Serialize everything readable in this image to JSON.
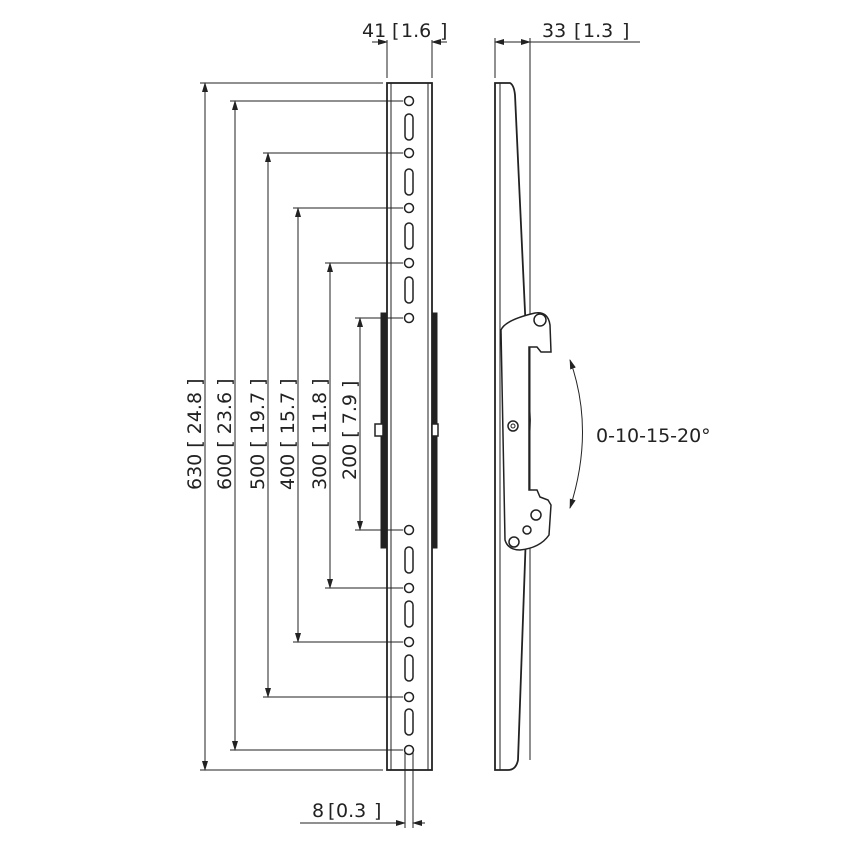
{
  "dimensions": {
    "width_top": {
      "mm": "41",
      "in": "1.6"
    },
    "depth_top": {
      "mm": "33",
      "in": "1.3"
    },
    "bottom_offset": {
      "mm": "8",
      "in": "0.3"
    },
    "vertical": [
      {
        "mm": "630",
        "in": "24.8"
      },
      {
        "mm": "600",
        "in": "23.6"
      },
      {
        "mm": "500",
        "in": "19.7"
      },
      {
        "mm": "400",
        "in": "15.7"
      },
      {
        "mm": "300",
        "in": "11.8"
      },
      {
        "mm": "200",
        "in": "7.9"
      }
    ]
  },
  "tilt_label": "0-10-15-20°"
}
